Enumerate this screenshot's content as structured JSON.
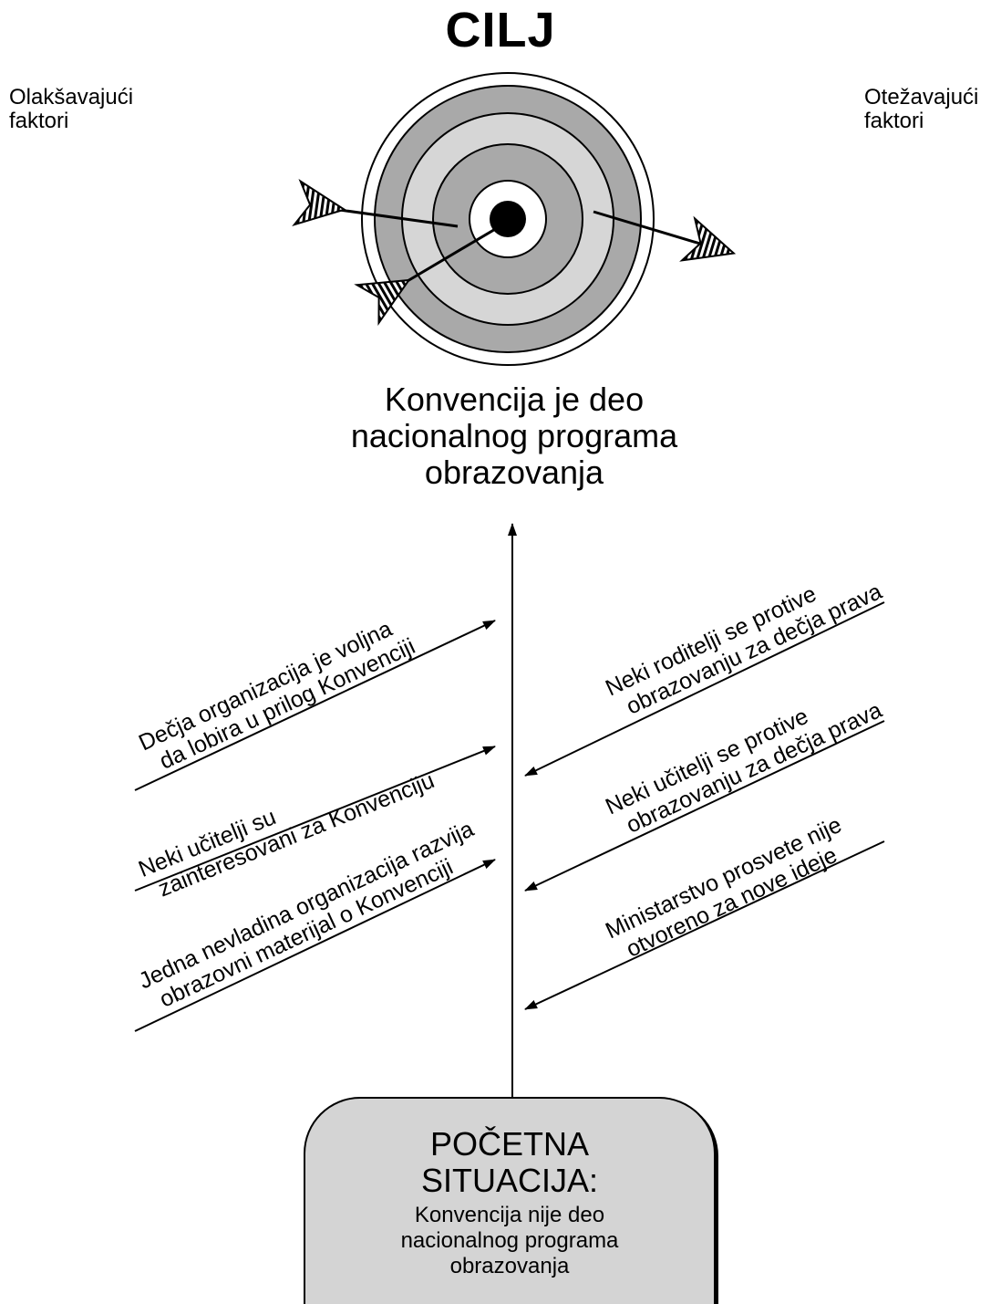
{
  "title": "CILJ",
  "side_labels": {
    "left": [
      "Olakšavajući",
      "faktori"
    ],
    "right": [
      "Otežavajući",
      "faktori"
    ]
  },
  "goal": {
    "lines": [
      "Konvencija je deo",
      "nacionalnog programa",
      "obrazovanja"
    ]
  },
  "facilitating_factors": [
    {
      "lines": [
        "Dečja organizacija je voljna",
        "da lobira u prilog Konvenciji"
      ]
    },
    {
      "lines": [
        "Neki učitelji su",
        "zainteresovani za Konvenciju"
      ]
    },
    {
      "lines": [
        "Jedna nevladina organizacija razvija",
        "obrazovni materijal o Konvenciji"
      ]
    }
  ],
  "hindering_factors": [
    {
      "lines": [
        "Neki roditelji se protive",
        "obrazovanju za dečja prava"
      ]
    },
    {
      "lines": [
        "Neki učitelji se protive",
        "obrazovanju za dečja prava"
      ]
    },
    {
      "lines": [
        "Ministarstvo prosvete nije",
        "otvoreno za nove ideje"
      ]
    }
  ],
  "start": {
    "title_lines": [
      "POČETNA",
      "SITUACIJA:"
    ],
    "sub_lines": [
      "Konvencija nije deo",
      "nacionalnog programa",
      "obrazovanja"
    ]
  },
  "icons": [
    "target-icon",
    "arrow-icon"
  ],
  "colors": {
    "ring_dark": "#a9a9a9",
    "ring_light": "#d6d6d6",
    "box_fill": "#d4d4d4",
    "ink": "#000000"
  }
}
